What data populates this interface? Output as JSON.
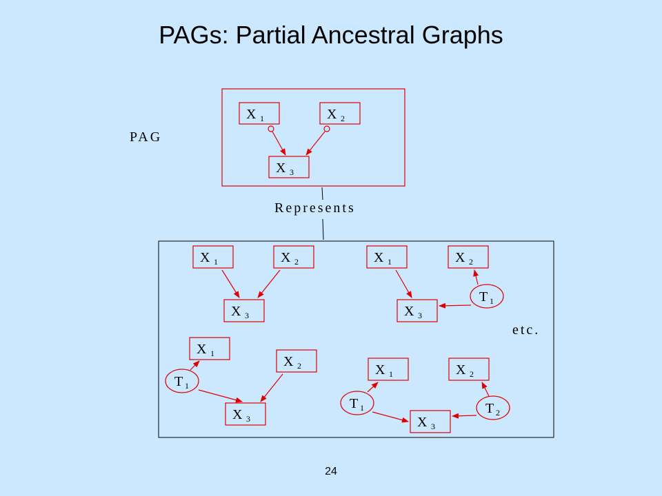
{
  "slide": {
    "title": "PAGs: Partial Ancestral Graphs",
    "page_number": "24"
  },
  "labels": {
    "pag": "PAG",
    "represents": "Represents",
    "etc": "etc."
  },
  "variables": {
    "X": "X",
    "T": "T",
    "sub1": "1",
    "sub2": "2",
    "sub3": "3"
  },
  "colors": {
    "background": "#CCE8FF",
    "edge": "#E00000",
    "text": "#000000"
  },
  "diagram": {
    "pag": {
      "nodes": [
        "X1",
        "X2",
        "X3"
      ],
      "edges": [
        {
          "from": "X1",
          "to": "X3",
          "tail": "circle",
          "head": "arrow"
        },
        {
          "from": "X2",
          "to": "X3",
          "tail": "circle",
          "head": "arrow"
        }
      ]
    },
    "represented_dags": [
      {
        "edges": [
          [
            "X1",
            "X3"
          ],
          [
            "X2",
            "X3"
          ]
        ]
      },
      {
        "edges": [
          [
            "X1",
            "X3"
          ],
          [
            "T1",
            "X3"
          ],
          [
            "T1",
            "X2"
          ]
        ]
      },
      {
        "edges": [
          [
            "T1",
            "X1"
          ],
          [
            "T1",
            "X3"
          ],
          [
            "X2",
            "X3"
          ]
        ]
      },
      {
        "edges": [
          [
            "T1",
            "X1"
          ],
          [
            "T1",
            "X3"
          ],
          [
            "T2",
            "X3"
          ],
          [
            "T2",
            "X2"
          ]
        ]
      }
    ]
  }
}
